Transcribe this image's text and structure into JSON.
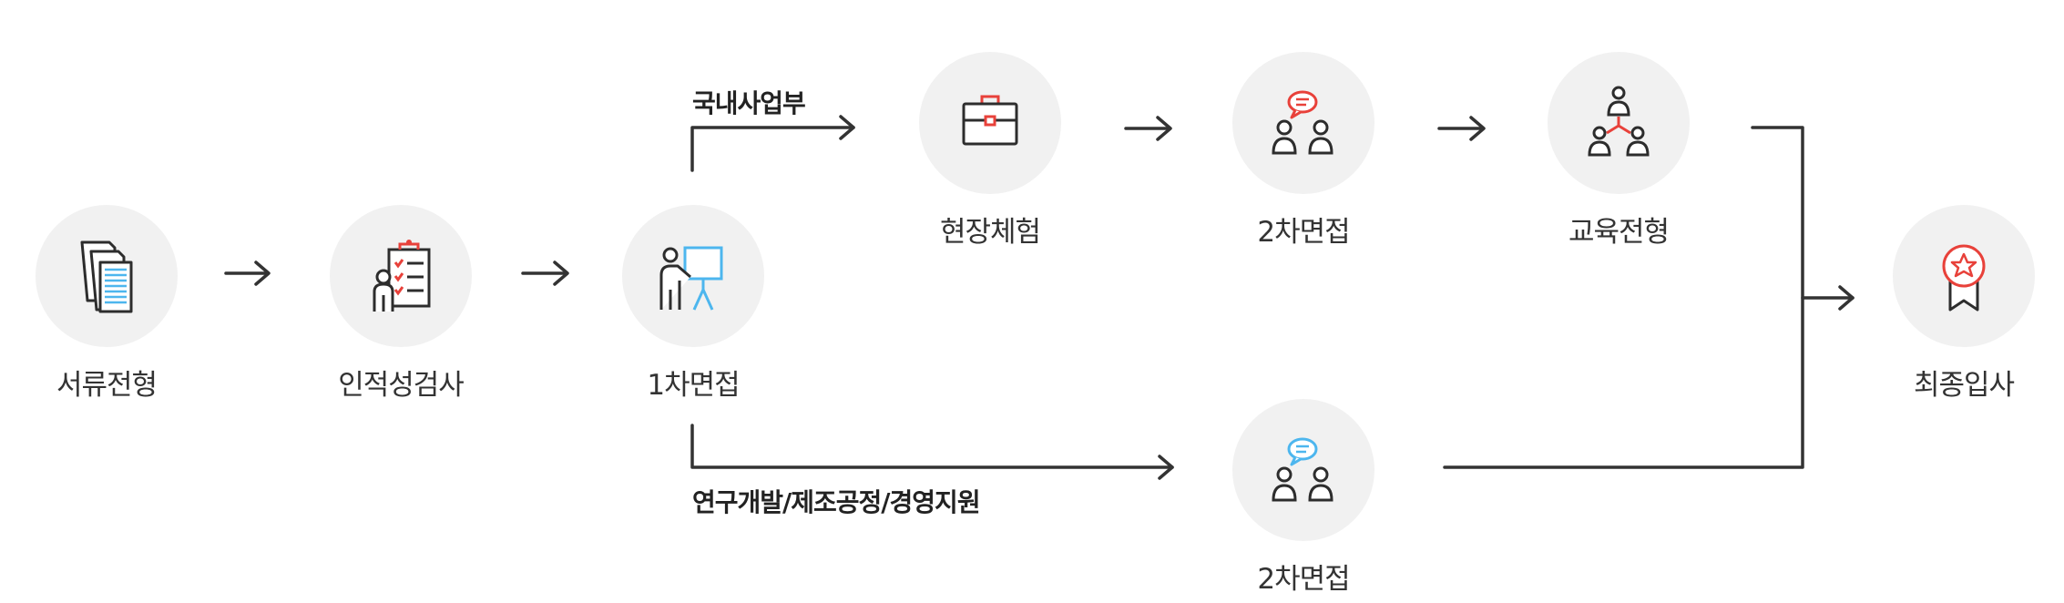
{
  "nodes": {
    "document": {
      "label": "서류전형",
      "icon": "document-stack-icon"
    },
    "aptitude": {
      "label": "인적성검사",
      "icon": "clipboard-checklist-icon"
    },
    "interview1": {
      "label": "1차면접",
      "icon": "presenter-board-icon"
    },
    "fieldExperience": {
      "label": "현장체험",
      "icon": "briefcase-icon"
    },
    "interview2Top": {
      "label": "2차면접",
      "icon": "discussion-people-icon"
    },
    "training": {
      "label": "교육전형",
      "icon": "team-network-icon"
    },
    "interview2Bottom": {
      "label": "2차면접",
      "icon": "discussion-people-icon"
    },
    "final": {
      "label": "최종입사",
      "icon": "award-ribbon-icon"
    }
  },
  "branches": {
    "top": "국내사업부",
    "bottom": "연구개발/제조공정/경영지원"
  },
  "colors": {
    "circle_bg": "#f1f1f1",
    "line": "#333333",
    "accent_red": "#e8413a",
    "accent_blue": "#4db6ee"
  }
}
